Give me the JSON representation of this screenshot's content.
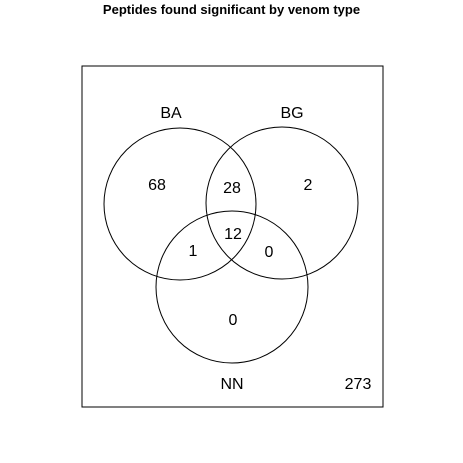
{
  "title": "Peptides found significant by venom type",
  "sets": [
    {
      "name": "BA"
    },
    {
      "name": "BG"
    },
    {
      "name": "NN"
    }
  ],
  "regions": {
    "ba_only": "68",
    "bg_only": "2",
    "ba_bg": "28",
    "ba_bg_nn": "12",
    "ba_nn": "1",
    "bg_nn": "0",
    "nn_only": "0",
    "outside": "273"
  },
  "colors": {
    "stroke": "#000000",
    "background": "#ffffff"
  }
}
